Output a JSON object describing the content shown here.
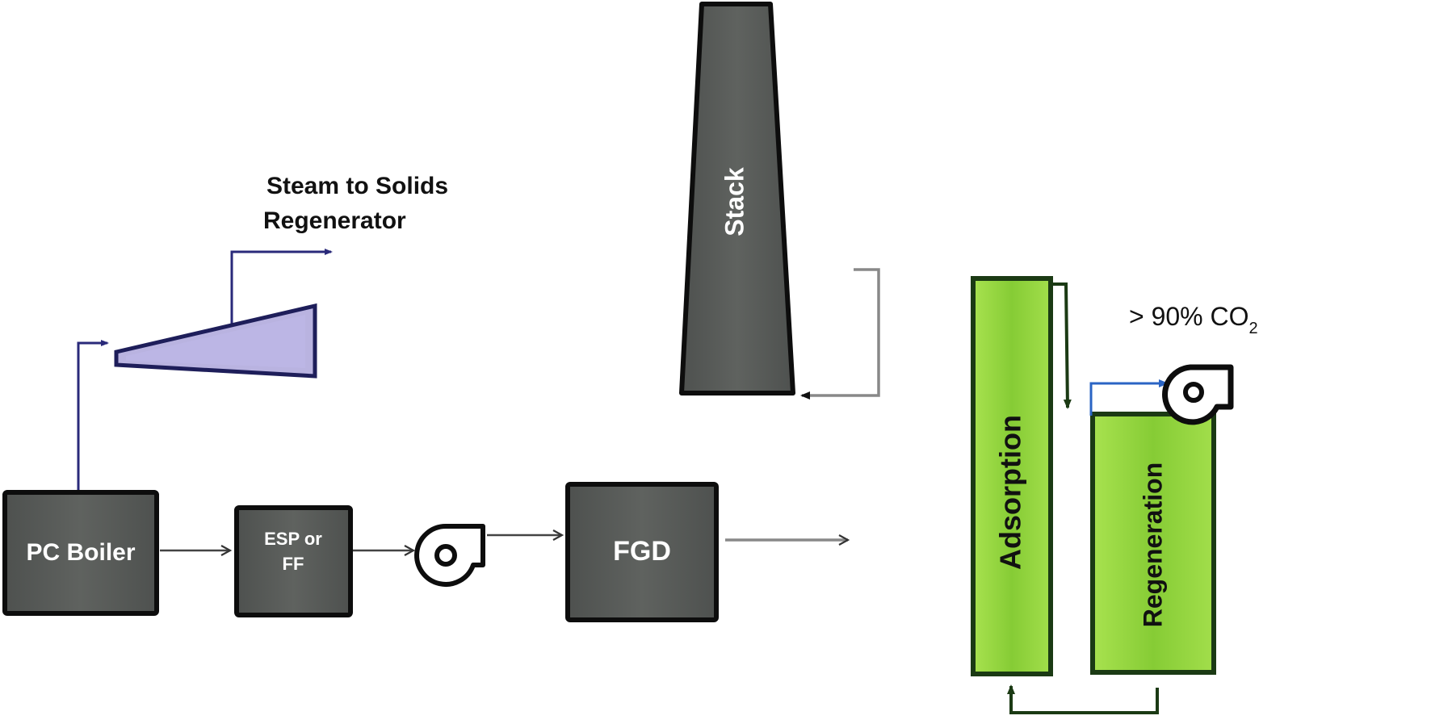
{
  "diagram": {
    "title": "PC boiler with solid sorbent CO2 capture process flow",
    "units": {
      "pc_boiler": {
        "label": "PC Boiler"
      },
      "esp_ff": {
        "label_line1": "ESP or",
        "label_line2": "FF"
      },
      "fgd": {
        "label": "FGD"
      },
      "stack": {
        "label": "Stack"
      },
      "adsorption": {
        "label": "Adsorption"
      },
      "regeneration": {
        "label": "Regeneration"
      },
      "turbine": {
        "label": ""
      },
      "flue_gas_blower": {
        "label": ""
      },
      "co2_compressor": {
        "label": ""
      }
    },
    "annotations": {
      "steam_line1": "Steam to Solids",
      "steam_line2": "Regenerator",
      "co2_prefix": "> 90% CO",
      "co2_subscript": "2"
    },
    "flows": [
      {
        "from": "PC Boiler",
        "to": "Turbine",
        "type": "steam"
      },
      {
        "from": "Turbine",
        "to": "Solids Regenerator",
        "type": "steam"
      },
      {
        "from": "PC Boiler",
        "to": "ESP or FF",
        "type": "flue gas"
      },
      {
        "from": "ESP or FF",
        "to": "Blower",
        "type": "flue gas"
      },
      {
        "from": "Blower",
        "to": "FGD",
        "type": "flue gas"
      },
      {
        "from": "FGD",
        "to": "Adsorption",
        "type": "flue gas"
      },
      {
        "from": "Adsorption",
        "to": "Stack",
        "type": "clean gas"
      },
      {
        "from": "Adsorption",
        "to": "Regeneration",
        "type": "sorbent"
      },
      {
        "from": "Regeneration",
        "to": "Adsorption",
        "type": "sorbent"
      },
      {
        "from": "Regeneration",
        "to": "CO2 Compressor",
        "type": "CO2"
      }
    ],
    "colors": {
      "unit_gray": "#5a5d5b",
      "unit_border": "#0d0d0d",
      "sorbent_green": "#8fd13d",
      "sorbent_border": "#1b3a14",
      "steam_line": "#2a2a7a",
      "turbine_fill": "#b9b3e0",
      "co2_line": "#2a64c4",
      "gas_line": "#6e6e6e"
    }
  }
}
